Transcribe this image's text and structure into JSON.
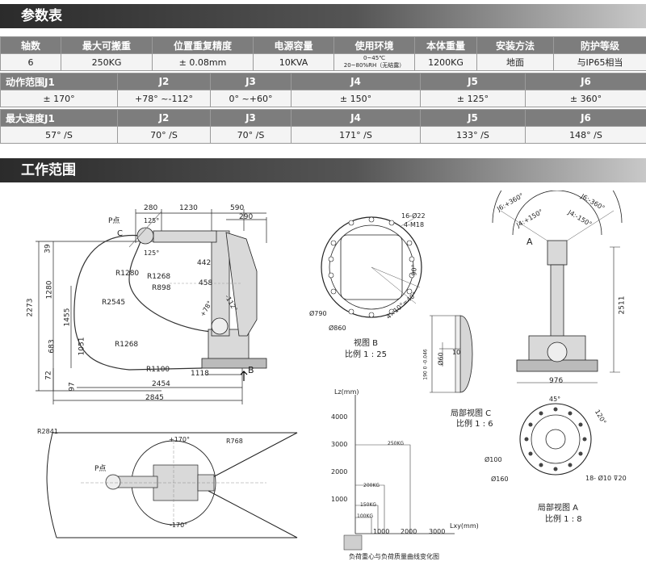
{
  "section_params": {
    "title": "参数表"
  },
  "section_range": {
    "title": "工作范围"
  },
  "spec_table_1": {
    "headers": [
      "轴数",
      "最大可搬重",
      "位置重复精度",
      "电源容量",
      "使用环境",
      "本体重量",
      "安装方法",
      "防护等级"
    ],
    "values": [
      "6",
      "250KG",
      "± 0.08mm",
      "10KVA",
      "",
      "1200KG",
      "地面",
      "与IP65相当"
    ],
    "environment": {
      "line1": "0~45℃",
      "line2": "20~80%RH（无结露）"
    }
  },
  "spec_table_2": {
    "headers": [
      "动作范围J1",
      "J2",
      "J3",
      "J4",
      "J5",
      "J6"
    ],
    "values": [
      "± 170°",
      "+78° ~-112°",
      "0° ~+60°",
      "± 150°",
      "± 125°",
      "± 360°"
    ]
  },
  "spec_table_3": {
    "headers": [
      "最大速度J1",
      "J2",
      "J3",
      "J4",
      "J5",
      "J6"
    ],
    "values": [
      "57° /S",
      "70° /S",
      "70° /S",
      "171° /S",
      "133° /S",
      "148° /S"
    ]
  },
  "side_view": {
    "p_point": "P点",
    "c_label": "C",
    "b_label": "B",
    "dims_top": [
      "280",
      "1230",
      "590",
      "290"
    ],
    "dims_left": [
      "39",
      "1280",
      "2273",
      "1455",
      "683",
      "1051",
      "72",
      "97"
    ],
    "radii": [
      "R1280",
      "R1268",
      "R898",
      "R2545",
      "R1268",
      "R1100"
    ],
    "dims_inner": [
      "442",
      "458",
      "125°",
      "125°",
      "+78°",
      "-112°"
    ],
    "dims_bottom": [
      "1118",
      "2454",
      "2845"
    ]
  },
  "view_b": {
    "labels": [
      "16-Ø22",
      "4-M18",
      "Ø790",
      "Ø860",
      "90°",
      "4×10°=40°"
    ],
    "caption1": "视图 B",
    "caption2": "比例 1 : 25"
  },
  "view_c": {
    "labels": [
      "10",
      "190 0 -0.046",
      "Ø60"
    ],
    "caption1": "局部视图 C",
    "caption2": "比例 1 : 6"
  },
  "front_view": {
    "labels": [
      "J6:+360°",
      "J6:-360°",
      "J4:+150°",
      "J4:-150°",
      "A",
      "2511",
      "976"
    ]
  },
  "view_a": {
    "labels": [
      "45°",
      "120°",
      "Ø100",
      "Ø160",
      "18- Ø10 ⊽20"
    ],
    "caption1": "局部视图 A",
    "caption2": "比例 1 : 8"
  },
  "top_view": {
    "labels": [
      "R2841",
      "+170°",
      "R768",
      "P点",
      "-170°"
    ]
  },
  "load_chart": {
    "title": "负荷重心与负荷质量曲线变化图",
    "ylabel": "Lz(mm)",
    "xlabel": "Lxy(mm)",
    "y_ticks": [
      "4000",
      "3000",
      "2000",
      "1000"
    ],
    "x_ticks": [
      "1000",
      "2000",
      "3000"
    ],
    "curve_labels": [
      "100KG",
      "150KG",
      "200KG",
      "250KG"
    ]
  }
}
